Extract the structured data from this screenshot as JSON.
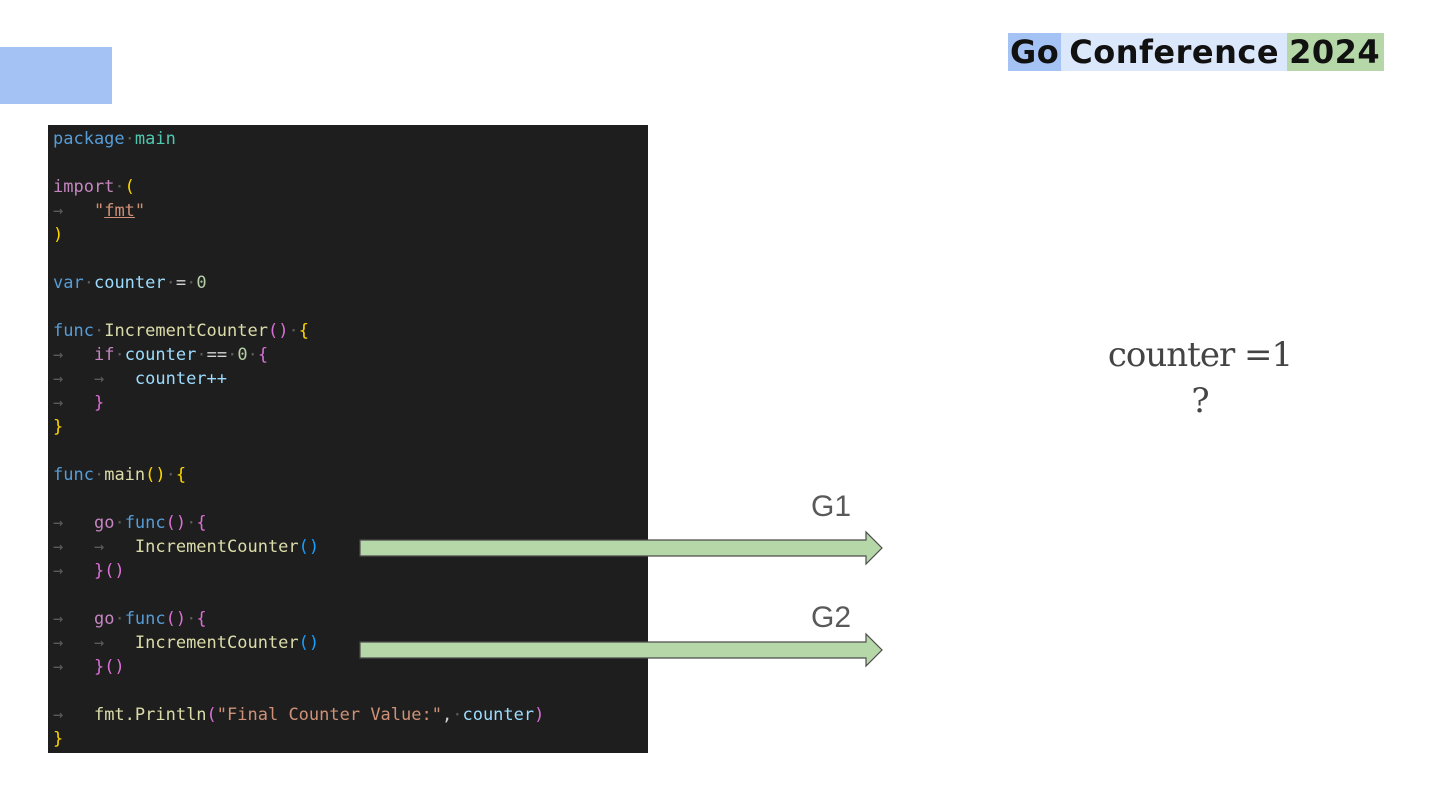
{
  "header": {
    "title_part1": "Go",
    "title_part2": "Conference",
    "title_part3": "2024"
  },
  "code": {
    "package_kw": "package",
    "package_name": "main",
    "import_kw": "import",
    "import_pkg": "fmt",
    "var_kw": "var",
    "var_name": "counter",
    "var_value": "0",
    "func_kw": "func",
    "func_name": "IncrementCounter",
    "if_kw": "if",
    "inc_stmt": "counter++",
    "main_name": "main",
    "go_kw": "go",
    "call_name": "IncrementCounter",
    "print_call": "fmt.Println",
    "print_string": "\"Final Counter Value:\""
  },
  "diagram": {
    "g1_label": "G1",
    "g2_label": "G2",
    "counter_line1": "counter =1",
    "counter_line2": "?",
    "arrow_fill": "#b6d7a8",
    "arrow_stroke": "#4d4d4d"
  },
  "colors": {
    "header_blue": "#a4c2f4",
    "header_green": "#b6d7a8",
    "code_bg": "#1e1e1e"
  }
}
